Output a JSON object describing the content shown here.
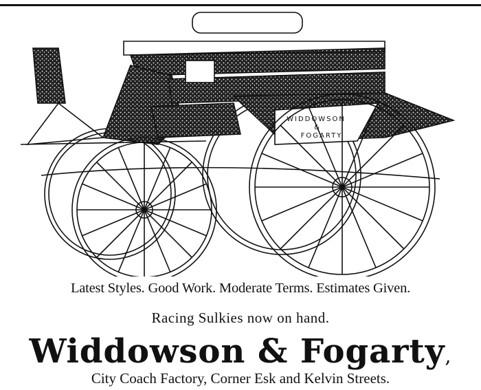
{
  "illustration": {
    "subject": "carriage",
    "coach_lettering": [
      "WIDDOWSON",
      "&",
      "FOGARTY"
    ]
  },
  "ad": {
    "tagline": "Latest Styles. Good Work. Moderate Terms. Estimates Given.",
    "notice": "Racing Sulkies now on hand.",
    "firm_name": "Widdowson & Fogarty",
    "firm_comma": ",",
    "address": "City Coach Factory, Corner Esk and Kelvin Streets."
  }
}
